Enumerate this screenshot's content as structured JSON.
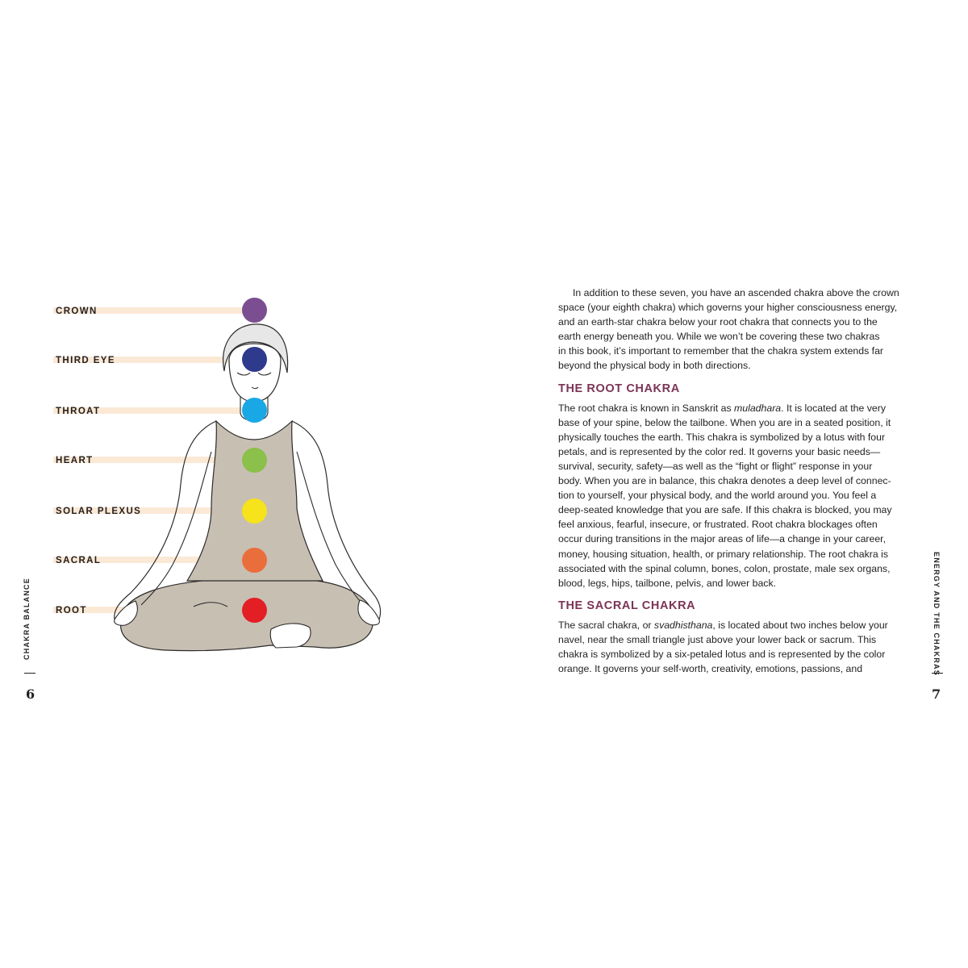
{
  "left_page": {
    "running_head": "CHAKRA BALANCE",
    "folio": "6",
    "chakras": [
      {
        "label": "CROWN",
        "color": "#7b4e92"
      },
      {
        "label": "THIRD EYE",
        "color": "#2e3a8c"
      },
      {
        "label": "THROAT",
        "color": "#1aa7e6"
      },
      {
        "label": "HEART",
        "color": "#8bc04a"
      },
      {
        "label": "SOLAR PLEXUS",
        "color": "#f6e31b"
      },
      {
        "label": "SACRAL",
        "color": "#ea6e3c"
      },
      {
        "label": "ROOT",
        "color": "#e31e24"
      }
    ],
    "figure_colors": {
      "body": "#c8bfb3",
      "skin": "#ffffff",
      "outline": "#2b2b2b",
      "band": "#fbe9d6"
    }
  },
  "right_page": {
    "running_head": "ENERGY AND THE CHAKRAS",
    "folio": "7",
    "intro_lines": [
      "In addition to these seven, you have an ascended chakra above the crown",
      "space (your eighth chakra) which governs your higher consciousness energy,",
      "and an earth-star chakra below your root chakra that connects you to the",
      "earth energy beneath you. While we won’t be covering these two chakras",
      "in this book, it’s important to remember that the chakra system extends far",
      "beyond the physical body in both directions."
    ],
    "root_heading": "THE ROOT CHAKRA",
    "root_first_line_pre": "The root chakra is known in Sanskrit as ",
    "root_first_line_em": "muladhara",
    "root_first_line_post": ". It is located at the very",
    "root_lines": [
      "base of your spine, below the tailbone. When you are in a seated position, it",
      "physically touches the earth. This chakra is symbolized by a lotus with four",
      "petals, and is represented by the color red. It governs your basic needs—",
      "survival, security, safety—as well as the “fight or flight” response in your",
      "body. When you are in balance, this chakra denotes a deep level of connec-",
      "tion to yourself, your physical body, and the world around you. You feel a",
      "deep-seated knowledge that you are safe. If this chakra is blocked, you may",
      "feel anxious, fearful, insecure, or frustrated. Root chakra blockages often",
      "occur during transitions in the major areas of life—a change in your career,",
      "money, housing situation, health, or primary relationship. The root chakra is",
      "associated with the spinal column, bones, colon, prostate, male sex organs,",
      "blood, legs, hips, tailbone, pelvis, and lower back."
    ],
    "sacral_heading": "THE SACRAL CHAKRA",
    "sacral_first_line_pre": "The sacral chakra, or ",
    "sacral_first_line_em": "svadhisthana",
    "sacral_first_line_post": ", is located about two inches below your",
    "sacral_lines": [
      "navel, near the small triangle just above your lower back or sacrum. This",
      "chakra is symbolized by a six-petaled lotus and is represented by the color",
      "orange. It governs your self-worth, creativity, emotions, passions, and"
    ],
    "heading_color": "#7b3456"
  }
}
